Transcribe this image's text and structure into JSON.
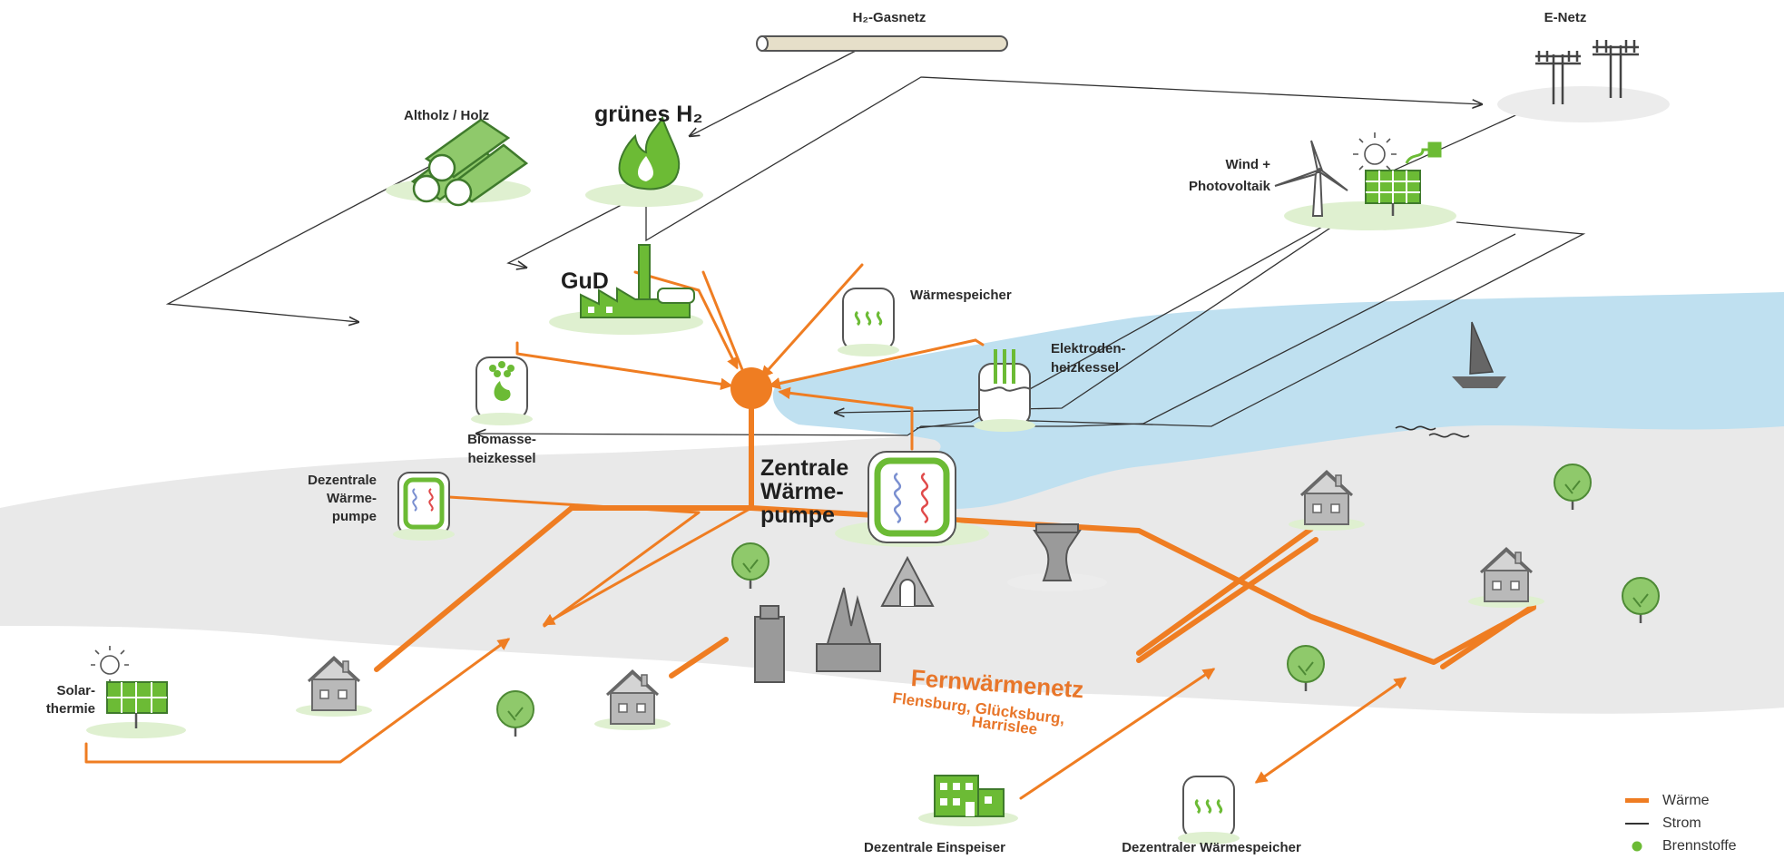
{
  "labels": {
    "h2_gasnetz": "H₂-Gasnetz",
    "e_netz": "E-Netz",
    "altholz": "Altholz / Holz",
    "gruenes_h2": "grünes H₂",
    "wind_pv_line1": "Wind  +",
    "wind_pv_line2": "Photovoltaik",
    "gud": "GuD",
    "waermespeicher": "Wärmespeicher",
    "elektroden_line1": "Elektroden-",
    "elektroden_line2": "heizkessel",
    "biomasse_line1": "Biomasse-",
    "biomasse_line2": "heizkessel",
    "dezentrale_wp_line1": "Dezentrale",
    "dezentrale_wp_line2": "Wärme-",
    "dezentrale_wp_line3": "pumpe",
    "zentrale_wp_line1": "Zentrale",
    "zentrale_wp_line2": "Wärme-",
    "zentrale_wp_line3": "pumpe",
    "solar_line1": "Solar-",
    "solar_line2": "thermie",
    "fernwaermenetz": "Fernwärmenetz",
    "fernwaermenetz_sub_line1": "Flensburg, Glücksburg,",
    "fernwaermenetz_sub_line2": "Harrislee",
    "dezentrale_einspeiser": "Dezentrale Einspeiser",
    "dezentraler_waermespeicher": "Dezentraler Wärmespeicher"
  },
  "legend": [
    {
      "label": "Wärme",
      "kind": "line",
      "color": "#ef7d22"
    },
    {
      "label": "Strom",
      "kind": "line",
      "color": "#333333"
    },
    {
      "label": "Brennstoffe",
      "kind": "dot",
      "color": "#6cbb35"
    }
  ],
  "colors": {
    "heat": "#ef7d22",
    "power": "#333333",
    "fuel": "#6cbb35",
    "water": "#bfe0f0",
    "land": "#e9e9e9"
  },
  "icons": [
    "gas-pipe-icon",
    "power-pylon-icon",
    "wood-logs-icon",
    "green-flame-icon",
    "wind-turbine-icon",
    "solar-panel-icon",
    "plug-icon",
    "sun-icon",
    "gud-plant-icon",
    "heat-storage-icon",
    "electrode-boiler-icon",
    "biomass-boiler-icon",
    "heat-pump-icon",
    "sailboat-icon",
    "house-icon",
    "tree-icon",
    "factory-icon",
    "water-tower-icon",
    "church-icon",
    "chimney-icon"
  ]
}
